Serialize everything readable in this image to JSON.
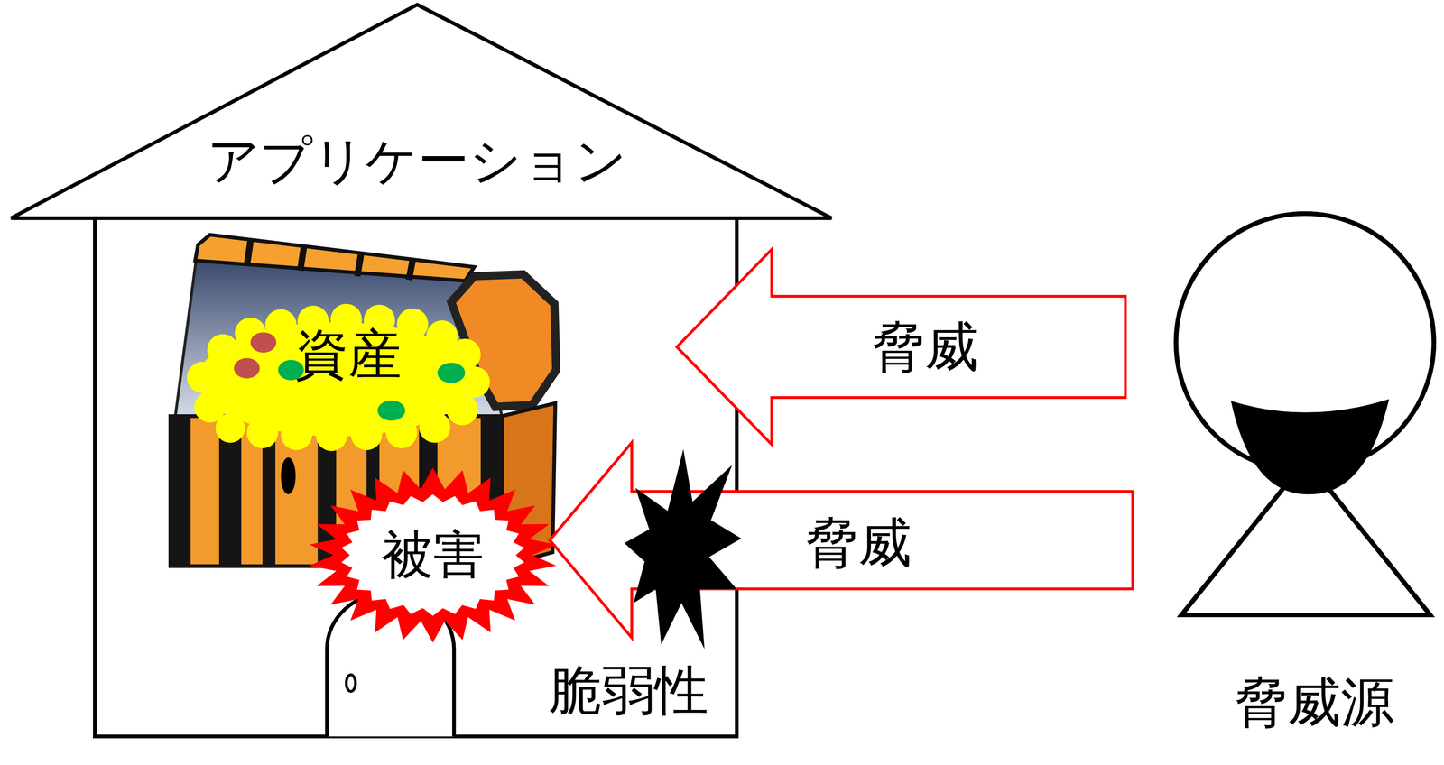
{
  "diagram": {
    "nodes": [
      {
        "text": [
          "アプリケーション"
        ]
      },
      {
        "text": [
          "資産"
        ],
        "in": 0
      },
      {
        "text": [
          "被害"
        ],
        "in": 0
      },
      {
        "text": [
          "脅威源"
        ]
      }
    ],
    "edges": [
      {
        "from": 3,
        "to": 1,
        "arrow": "to",
        "label": "脅威"
      },
      {
        "from": 3,
        "to": 2,
        "arrow": "to",
        "label": "脅威"
      }
    ],
    "labels": [
      "脆弱性"
    ]
  }
}
